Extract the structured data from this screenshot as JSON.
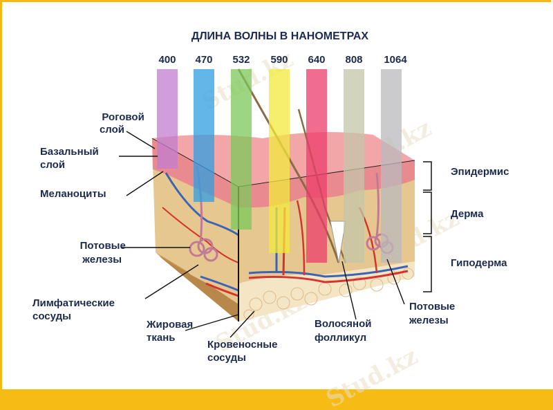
{
  "title": "ДЛИНА ВОЛНЫ В НАНОМЕТРАХ",
  "wavelengths": [
    {
      "label": "400",
      "color": "#c27ccf"
    },
    {
      "label": "470",
      "color": "#2f9ee0"
    },
    {
      "label": "532",
      "color": "#7cc85a"
    },
    {
      "label": "590",
      "color": "#f2ea3c"
    },
    {
      "label": "640",
      "color": "#ec3c6a"
    },
    {
      "label": "808",
      "color": "#c4c6a8"
    },
    {
      "label": "1064",
      "color": "#b9b9bd"
    }
  ],
  "labels": {
    "horny_layer": [
      "Роговой",
      "слой"
    ],
    "basal_layer": [
      "Базальный",
      "слой"
    ],
    "melanocytes": [
      "Меланоциты"
    ],
    "sweat_glands_left": [
      "Потовые",
      "железы"
    ],
    "lymph_vessels": [
      "Лимфатические",
      "сосуды"
    ],
    "fat_tissue": [
      "Жировая",
      "ткань"
    ],
    "blood_vessels": [
      "Кровеносные",
      "сосуды"
    ],
    "hair_follicle": [
      "Волосяной",
      "фолликул"
    ],
    "sweat_glands_right": [
      "Потовые",
      "железы"
    ],
    "epidermis": [
      "Эпидермис"
    ],
    "dermis": [
      "Дерма"
    ],
    "hypodermis": [
      "Гиподерма"
    ]
  },
  "watermark": "Stud.kz",
  "colors": {
    "accent": "#f6bb14",
    "label_text": "#1c2a4e",
    "epidermis": "#e8838a",
    "dermis": "#e7c78f",
    "fat": "#f4e6c5",
    "blood_red": "#d6332f",
    "blood_blue": "#3c63b4"
  }
}
